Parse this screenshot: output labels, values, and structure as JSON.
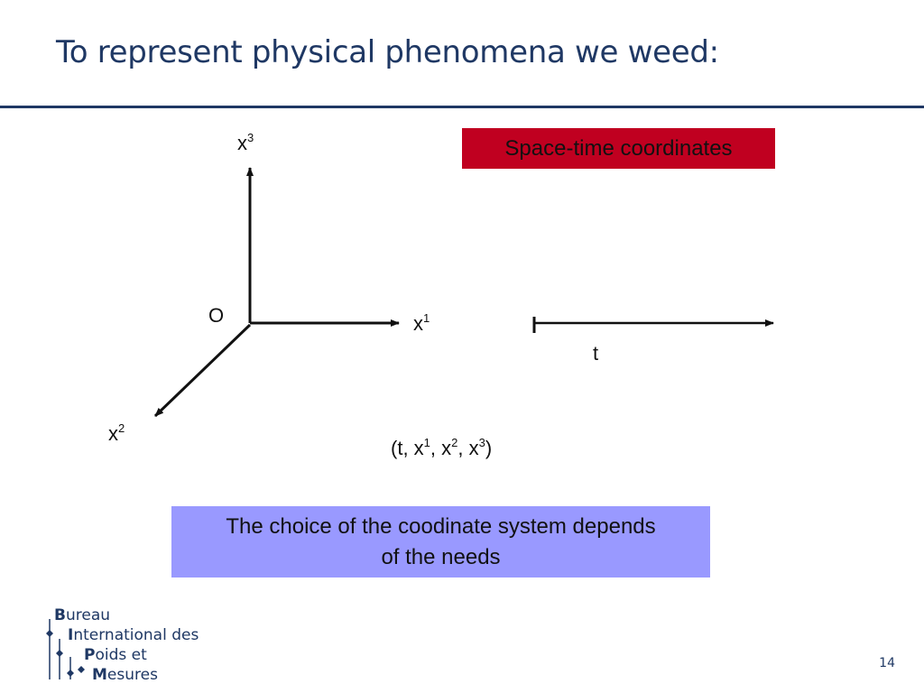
{
  "slide": {
    "title": "To represent physical phenomena we weed:",
    "page_number": "14"
  },
  "axes_diagram": {
    "origin_label": "O",
    "x1_base": "x",
    "x1_sup": "1",
    "x2_base": "x",
    "x2_sup": "2",
    "x3_base": "x",
    "x3_sup": "3"
  },
  "time_axis": {
    "label": "t"
  },
  "tuple": {
    "open": "(t, x",
    "s1": "1",
    "c1": ", x",
    "s2": "2",
    "c2": ", x",
    "s3": "3",
    "close": ")"
  },
  "red_box": {
    "text": "Space-time coordinates",
    "color": "#c00020"
  },
  "note_box": {
    "line1": "The choice of the coodinate system depends",
    "line2": "of the needs",
    "color": "#9999ff"
  },
  "logo": {
    "line1_initial": "B",
    "line1_rest": "ureau",
    "line2_initial": "I",
    "line2_rest": "nternational des",
    "line3_initial": "P",
    "line3_rest": "oids et",
    "line4_initial": "M",
    "line4_rest": "esures",
    "color": "#1f3864"
  }
}
